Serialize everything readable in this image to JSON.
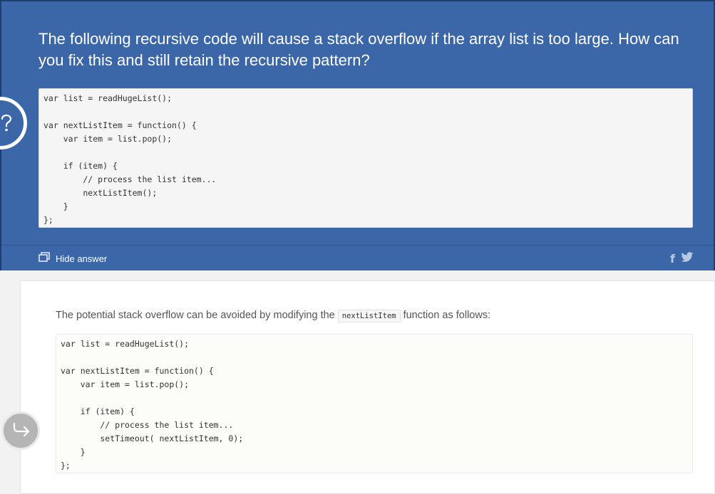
{
  "question": {
    "title": "The following recursive code will cause a stack overflow if the array list is too large. How can you fix this and still retain the recursive pattern?",
    "code": "var list = readHugeList();\n\nvar nextListItem = function() {\n    var item = list.pop();\n\n    if (item) {\n        // process the list item...\n        nextListItem();\n    }\n};",
    "badge_icon": "question-mark-icon"
  },
  "footer": {
    "toggle_label": "Hide answer",
    "toggle_icon": "collapse-icon",
    "share_icons": [
      "facebook-icon",
      "twitter-icon"
    ]
  },
  "answer": {
    "intro_before": "The potential stack overflow can be avoided by modifying the",
    "intro_code": "nextListItem",
    "intro_after": "function as follows:",
    "code": "var list = readHugeList();\n\nvar nextListItem = function() {\n    var item = list.pop();\n\n    if (item) {\n        // process the list item...\n        setTimeout( nextListItem, 0);\n    }\n};",
    "next_icon": "arrow-return-icon"
  },
  "colors": {
    "card_blue": "#3b66a8",
    "code_bg": "#f5f5f5",
    "page_bg": "#f2f2f2"
  }
}
